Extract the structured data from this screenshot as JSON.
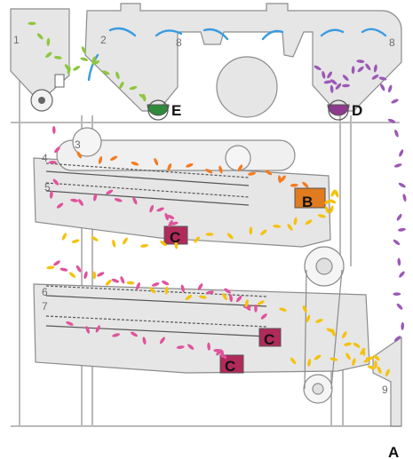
{
  "labels": {
    "n1": "1",
    "n2": "2",
    "n3": "3",
    "n4": "4",
    "n5": "5",
    "n6": "6",
    "n7": "7",
    "n8a": "8",
    "n8b": "8",
    "n9": "9",
    "outA": "A",
    "outB": "B",
    "outC1": "C",
    "outC2": "C",
    "outC3": "C",
    "outD": "D",
    "outE": "E"
  },
  "colors": {
    "machine_fill": "#e6e6e6",
    "machine_stroke": "#8c8c8c",
    "frame": "#b9b9b9",
    "arrow": "#3a9be0",
    "seed_yellow": "#f4c20d",
    "seed_green": "#8dc63f",
    "seed_orange": "#f47b20",
    "seed_pink": "#e0529c",
    "seed_purple": "#9b59b6",
    "bin_E": "#2e8b3a",
    "bin_D": "#8e3a8e",
    "bin_B": "#e07b20",
    "bin_C": "#b02a5a"
  }
}
